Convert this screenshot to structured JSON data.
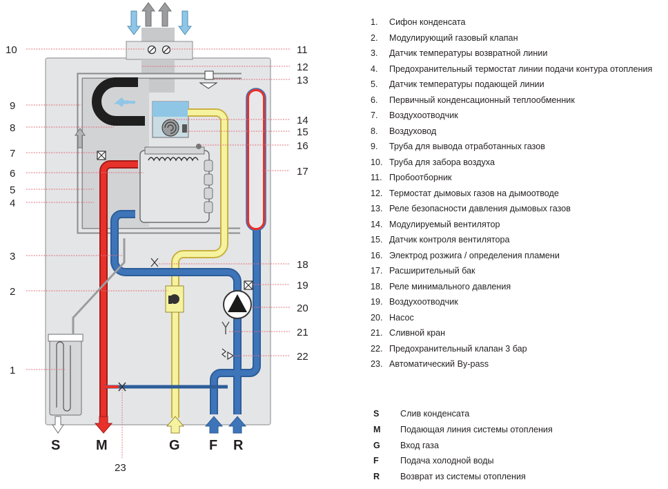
{
  "diagram": {
    "callouts_left": [
      "10",
      "9",
      "8",
      "7",
      "6",
      "5",
      "4",
      "3",
      "2",
      "1"
    ],
    "callouts_right": [
      "11",
      "12",
      "13",
      "14",
      "15",
      "16",
      "17",
      "18",
      "19",
      "20",
      "21",
      "22"
    ],
    "callout_bottom": "23",
    "bottom_labels": {
      "S": "S",
      "M": "M",
      "G": "G",
      "F": "F",
      "R": "R"
    }
  },
  "legend": [
    {
      "num": "1.",
      "text": "Сифон конденсата"
    },
    {
      "num": "2.",
      "text": "Модулирующий газовый клапан"
    },
    {
      "num": "3.",
      "text": "Датчик температуры возвратной линии"
    },
    {
      "num": "4.",
      "text": "Предохранительный термостат линии подачи контура отопления"
    },
    {
      "num": "5.",
      "text": "Датчик температуры подающей линии"
    },
    {
      "num": "6.",
      "text": "Первичный конденсационный теплообменник"
    },
    {
      "num": "7.",
      "text": "Воздухоотводчик"
    },
    {
      "num": "8.",
      "text": "Воздуховод"
    },
    {
      "num": "9.",
      "text": "Труба для вывода отработанных газов"
    },
    {
      "num": "10.",
      "text": "Труба для забора воздуха"
    },
    {
      "num": "11.",
      "text": "Пробоотборник"
    },
    {
      "num": "12.",
      "text": "Термостат дымовых газов на дымоотводе"
    },
    {
      "num": "13.",
      "text": "Реле безопасности давления дымовых газов"
    },
    {
      "num": "14.",
      "text": "Модулируемый вентилятор"
    },
    {
      "num": "15.",
      "text": "Датчик контроля вентилятора"
    },
    {
      "num": "16.",
      "text": "Электрод розжига / определения пламени"
    },
    {
      "num": "17.",
      "text": "Расширительный бак"
    },
    {
      "num": "18.",
      "text": "Реле минимального давления"
    },
    {
      "num": "19.",
      "text": "Воздухоотводчик"
    },
    {
      "num": "20.",
      "text": "Насос"
    },
    {
      "num": "21.",
      "text": "Сливной кран"
    },
    {
      "num": "22.",
      "text": "Предохранительный клапан 3 бар"
    },
    {
      "num": "23.",
      "text": "Автоматический By-pass"
    }
  ],
  "legend_connections": [
    {
      "code": "S",
      "text": "Слив конденсата"
    },
    {
      "code": "M",
      "text": "Подающая линия системы отопления"
    },
    {
      "code": "G",
      "text": "Вход газа"
    },
    {
      "code": "F",
      "text": "Подача холодной воды"
    },
    {
      "code": "R",
      "text": "Возврат из системы отопления"
    }
  ],
  "colors": {
    "supply_pipe": "#e8312a",
    "return_pipe": "#3e74b8",
    "gas_pipe": "#f6f3a0",
    "casing": "#e4e5e7",
    "pump_arrow": "#1a1a1a",
    "air_arrow": "#8fc6e6"
  }
}
